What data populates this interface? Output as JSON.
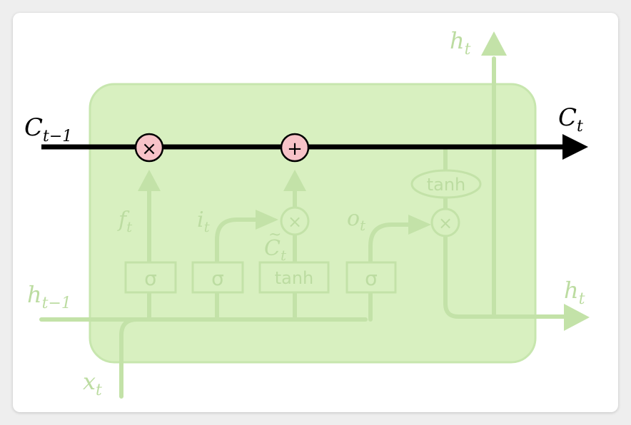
{
  "colors": {
    "cell_fill": "#d8f0c0",
    "cell_border": "#c7e6ae",
    "faded_line": "#c3e2a8",
    "faded_text": "#bcdca1",
    "cell_state_line": "#000000",
    "active_op_fill": "#f7c3c8"
  },
  "labels": {
    "c_prev": "C",
    "c_prev_sub": "t−1",
    "c_t": "C",
    "c_t_sub": "t",
    "h_top": "h",
    "h_top_sub": "t",
    "h_right": "h",
    "h_right_sub": "t",
    "h_prev": "h",
    "h_prev_sub": "t−1",
    "x_t": "x",
    "x_t_sub": "t",
    "f_t": "f",
    "f_t_sub": "t",
    "i_t": "i",
    "i_t_sub": "t",
    "c_tilde": "C",
    "c_tilde_accent": "~",
    "c_tilde_sub": "t",
    "o_t": "o",
    "o_t_sub": "t"
  },
  "gates": {
    "forget": "σ",
    "input": "σ",
    "candidate": "tanh",
    "output": "σ",
    "output_tanh": "tanh"
  },
  "ops": {
    "forget_mul": "×",
    "add": "+",
    "input_mul": "×",
    "output_mul": "×"
  }
}
